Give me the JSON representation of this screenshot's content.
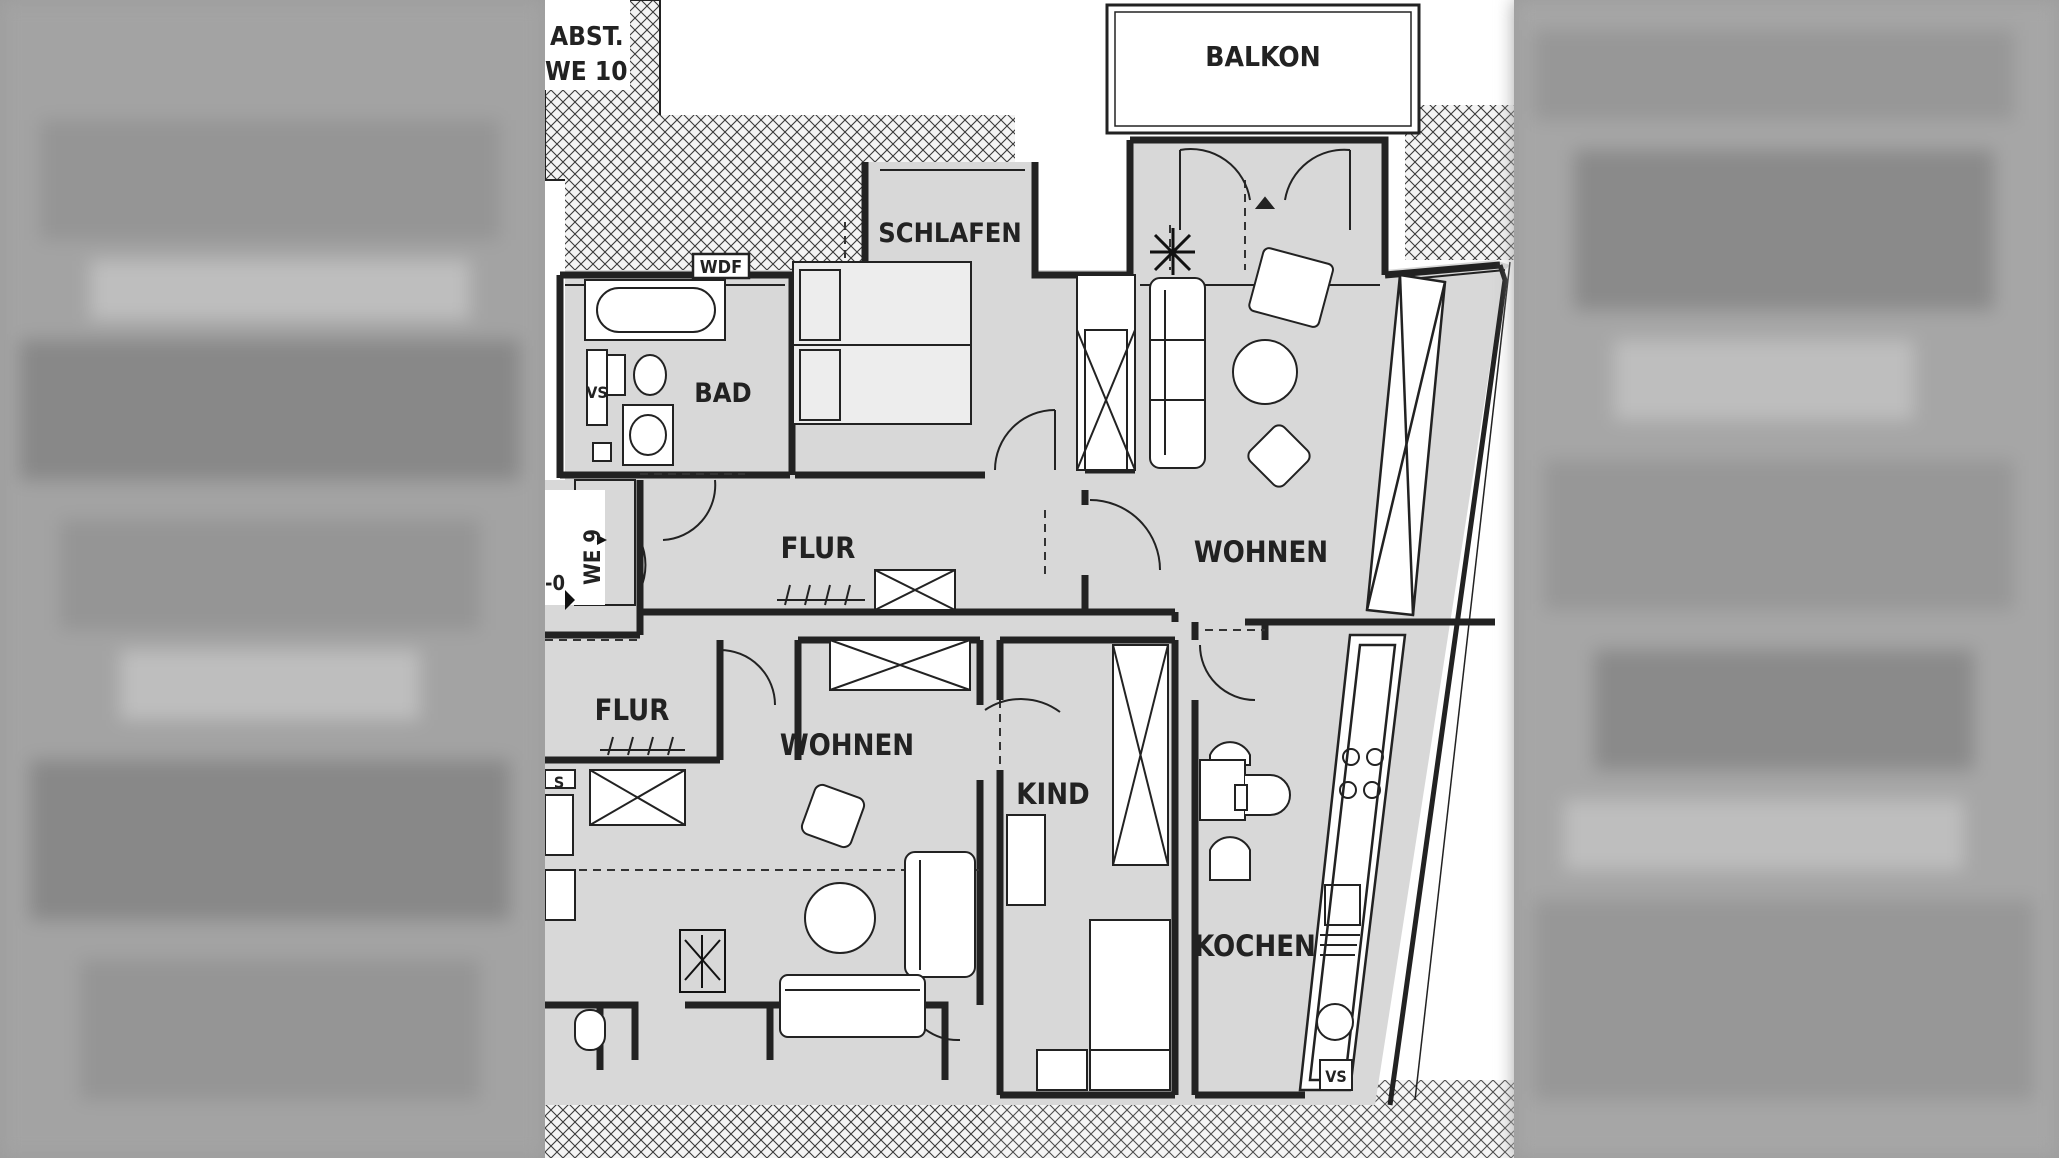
{
  "image": {
    "kind": "floor plan",
    "background_color": "#9c9c9c",
    "plan_color": "#ffffff",
    "wall_color": "#222222"
  },
  "labels": {
    "abst": "ABST.",
    "we10": "WE 10",
    "balkon": "BALKON",
    "schlafen": "SCHLAFEN",
    "wdf": "WDF",
    "bad": "BAD",
    "vs_bad": "VS",
    "we9": "WE 9",
    "flur_top": "FLUR",
    "wohnen_right": "WOHNEN",
    "flur_bottom": "FLUR",
    "wohnen_left": "WOHNEN",
    "kind": "KIND",
    "kochen": "KOCHEN",
    "vs_kitchen": "VS",
    "s_left": "S"
  }
}
